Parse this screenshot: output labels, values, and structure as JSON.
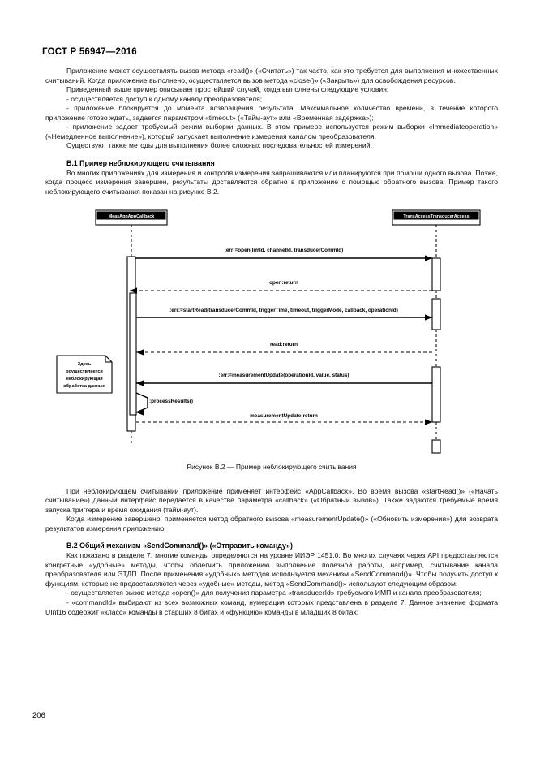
{
  "header": {
    "standard": "ГОСТ Р 56947—2016"
  },
  "page_number": "206",
  "paragraphs": {
    "p1": "Приложение может осуществлять вызов метода «read()» («Считать») так часто, как это требуется для выполнения множественных считываний. Когда приложение выполнено, осуществляется вызов метода «close()» («Закрыть») для освобождения ресурсов.",
    "p2": "Приведенный выше пример описывает простейший случай, когда выполнены следующие условия:",
    "d1": "- осуществляется доступ к одному каналу преобразователя;",
    "d2": "- приложение блокируется до момента возвращения результата. Максимальное количество времени, в течение которого приложение готово ждать, задается параметром «timeout» («Тайм-аут» или «Временная задержка»);",
    "d3": "- приложение задает требуемый режим выборки данных. В этом примере используется режим выборки «Immediateoperation» («Немедленное выполнение»), который запускает выполнение измерения каналом преобразователя.",
    "p3": "Существуют также методы для выполнения более сложных последовательностей измерений.",
    "b1_title": "В.1 Пример неблокирующего считывания",
    "b1_p1": "Во многих приложениях для измерения и контроля измерения запрашиваются или планируются при помощи одного вызова. Позже, когда процесс измерения завершен, результаты доставляются обратно в приложение с помощью обратного вызова. Пример такого неблокирующего считывания показан на рисунке В.2.",
    "caption": "Рисунок В.2 — Пример неблокирующего считывания",
    "p4": "При неблокирующем считывании приложение применяет интерфейс «AppCallback». Во время вызова «startRead()» («Начать считывание») данный интерфейс передается в качестве параметра «callback» («Обратный вызов»). Также задаются требуемые время запуска триггера и время ожидания (тайм-аут).",
    "p5": "Когда измерение завершено, применяется метод обратного вызова «measurementUpdate()» («Обновить измерения») для возврата результатов измерения приложению.",
    "b2_title": "В.2 Общий механизм «SendCommand()» («Отправить команду»)",
    "b2_p1": "Как показано в разделе 7, многие команды определяются на уровне ИИЭР 1451.0. Во многих случаях через API предоставляются конкретные «удобные» методы, чтобы облегчить приложению выполнение полезной работы, например, считывание канала преобразователя или ЭТДП. После применения «удобных» методов используется механизм «SendCommand()». Чтобы получить доступ к функциям, которые не предоставляются через «удобные» методы, метод «SendCommand()» используют следующим образом:",
    "b2_d1": "- осуществляется вызов метода «open()» для получения параметра «transducerId» требуемого ИМП и канала преобразователя;",
    "b2_d2": "- «commandId» выбирают из всех возможных команд, нумерация которых представлена в разделе 7. Данное значение формата UInt16 содержит «класс» команды в старших 8 битах и «функцию» команды в младших 8 битах;"
  },
  "diagram": {
    "lifelines": [
      {
        "name": "MeasAppAppCallback"
      },
      {
        "name": "TransAccessTransducerAccess"
      }
    ],
    "messages": [
      {
        "label": ":err:=open(limId, channelId, transducerCommId)",
        "kind": "call"
      },
      {
        "label": "open:return",
        "kind": "return"
      },
      {
        "label": ":err:=startRead(transducerCommId, triggerTime, timeout, triggerMode, callback, operationId)",
        "kind": "call"
      },
      {
        "label": "read:return",
        "kind": "return"
      },
      {
        "label": ":err:=measurementUpdate(operationId, value, status)",
        "kind": "call"
      },
      {
        "label": ":processResults()",
        "kind": "self"
      },
      {
        "label": "measurementUpdate:return",
        "kind": "return"
      }
    ],
    "note": {
      "line1": "Здесь",
      "line2": "осуществляется",
      "line3": "неблокирующая",
      "line4": "обработка данных"
    }
  }
}
